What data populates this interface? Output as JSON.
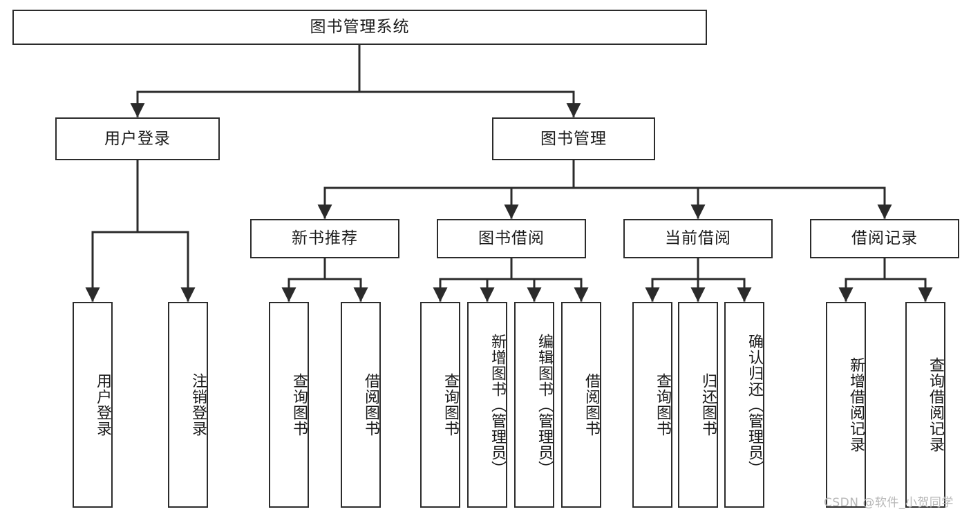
{
  "diagram": {
    "type": "tree",
    "title": "图书管理系统",
    "orientation": "top-down",
    "edge_color": "#2b2b2b",
    "box_border_color": "#2b2b2b",
    "box_fill_color": "#ffffff",
    "text_color": "#1a1a1a"
  },
  "nodes": {
    "root": {
      "label": "图书管理系统"
    },
    "level2": [
      {
        "id": "user-login",
        "label": "用户登录"
      },
      {
        "id": "book-manage",
        "label": "图书管理"
      }
    ],
    "level3": [
      {
        "id": "new-book-recommend",
        "label": "新书推荐"
      },
      {
        "id": "book-borrow",
        "label": "图书借阅"
      },
      {
        "id": "current-borrow",
        "label": "当前借阅"
      },
      {
        "id": "borrow-record",
        "label": "借阅记录"
      }
    ],
    "leaves": {
      "user_login": [
        {
          "id": "leaf-user-login",
          "label": "用户登录"
        },
        {
          "id": "leaf-logout-login",
          "label": "注销登录"
        }
      ],
      "new_book_recommend": [
        {
          "id": "leaf-query-book-1",
          "label": "查询图书"
        },
        {
          "id": "leaf-borrow-book-1",
          "label": "借阅图书"
        }
      ],
      "book_borrow": [
        {
          "id": "leaf-query-book-2",
          "label": "查询图书"
        },
        {
          "id": "leaf-add-book",
          "label": "新增图书（管理员）"
        },
        {
          "id": "leaf-edit-book",
          "label": "编辑图书（管理员）"
        },
        {
          "id": "leaf-borrow-book-2",
          "label": "借阅图书"
        }
      ],
      "current_borrow": [
        {
          "id": "leaf-query-book-3",
          "label": "查询图书"
        },
        {
          "id": "leaf-return-book",
          "label": "归还图书"
        },
        {
          "id": "leaf-confirm-return",
          "label": "确认归还（管理员）"
        }
      ],
      "borrow_record": [
        {
          "id": "leaf-add-record",
          "label": "新增借阅记录"
        },
        {
          "id": "leaf-query-record",
          "label": "查询借阅记录"
        }
      ]
    }
  },
  "watermark": {
    "text": "CSDN @软件_小贺同学"
  }
}
